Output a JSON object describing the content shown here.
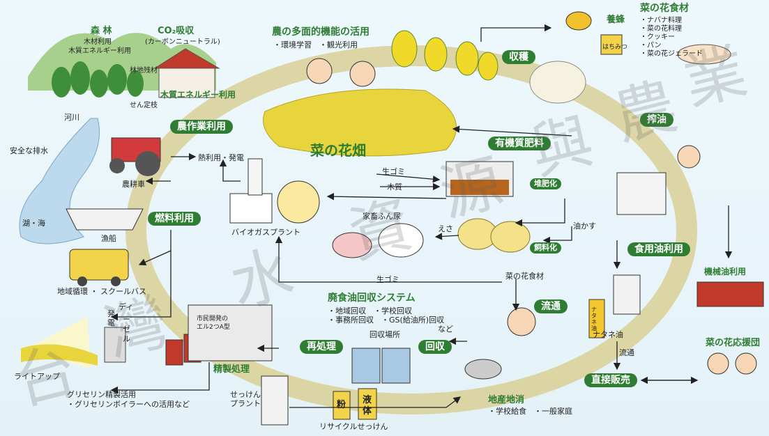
{
  "labels": {
    "shinrin": "森 林",
    "shinrin_sub1": "木材利用",
    "shinrin_sub2": "木質エネルギー利用",
    "co2": "CO₂吸収",
    "co2_sub": "(カーボンニュートラル)",
    "rinchi": "林地残材",
    "sentei": "せん定枝",
    "mokushitsu": "木質エネルギー利用",
    "tamen": "農の多面的機能の活用",
    "tamen_sub": "・環境学習　・観光利用",
    "yohou": "養蜂",
    "hachimitsu": "はちみつ",
    "shokuzai_title": "菜の花食材",
    "shokuzai_items": [
      "・ナバナ料理",
      "・菜の花料理",
      "・クッキー",
      "・パン",
      "・菜の花ジェラード"
    ],
    "kasen": "河川",
    "anzen": "安全な排水",
    "nousakugyo": "農作業利用",
    "nanohana_batake": "菜の花畑",
    "yuukishitsu": "有機質肥料",
    "sakuyu": "搾油",
    "netsuriyou": "熱利用・発電",
    "namagomi1": "生ゴミ",
    "mokushitsu2": "木質",
    "taihika": "堆肥化",
    "noukousha": "農耕車",
    "kachikufun": "家畜ふん尿",
    "esa": "えさ",
    "aburakasu": "油かす",
    "mizuumi": "湖・海",
    "nenryou": "燃料利用",
    "biogas": "バイオガスプラント",
    "shiryouka": "飼料化",
    "gyosen": "漁船",
    "shokuyou": "食用油利用",
    "kikai": "機械油利用",
    "bus": "地域循環 ・ スクールバス",
    "namagomi2": "生ゴミ",
    "nanohana_shokuzai": "菜の花食材",
    "haishoku_title": "廃食油回収システム",
    "haishoku_l1": "・地域回収　・学校回収",
    "haishoku_l2": "・事務所回収　・GS(給油所)回収",
    "haishoku_l3": "など",
    "ryutsu": "流通",
    "diesel_v1": "ディ",
    "diesel_v2": "ー",
    "diesel_v3": "ゼ",
    "diesel_v4": "ル",
    "hatsuden": "発電",
    "shiei": "市民開発の",
    "efu": "エル2つA型",
    "kaishubasho": "回収場所",
    "natane": "ナタネ油",
    "natane_label": "ナタネ油",
    "ryutsu2": "流通",
    "saishori": "再処理",
    "kaishu": "回収",
    "ouen": "菜の花応援団",
    "lightup": "ライトアップ",
    "seisei": "精製処理",
    "sekken_plant1": "せっけん",
    "sekken_plant2": "プラント",
    "kona": "粉",
    "eki1": "液",
    "eki2": "体",
    "chokusetsu": "直接販売",
    "chisan": "地産地消",
    "chisan_sub": "・学校給食　・一般家庭",
    "glycerin1": "グリセリン精製活用",
    "glycerin2": "・グリセリンボイラーへの活用など",
    "recycle": "リサイクルせっけん",
    "shuukaku": "収穫"
  },
  "watermark": [
    "台",
    "灣",
    "水",
    "資",
    "源",
    "與",
    "農",
    "業"
  ],
  "colors": {
    "green": "#2e7d32",
    "cycle": "#d9cf95",
    "field": "#e8d43c",
    "bg": "#e9f5fa"
  }
}
